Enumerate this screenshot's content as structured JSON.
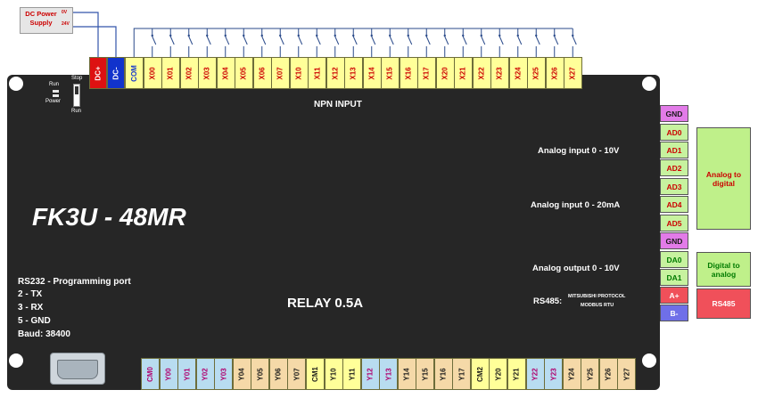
{
  "power_supply": {
    "label": "DC Power Supply",
    "plus": "0V",
    "minus": "24V"
  },
  "dc_terminals": [
    {
      "label": "DC+",
      "color": "#dd1111"
    },
    {
      "label": "DC-",
      "color": "#1133cc"
    }
  ],
  "input_terminals": [
    "COM",
    "X00",
    "X01",
    "X02",
    "X03",
    "X04",
    "X05",
    "X06",
    "X07",
    "X10",
    "X11",
    "X12",
    "X13",
    "X14",
    "X15",
    "X16",
    "X17",
    "X20",
    "X21",
    "X22",
    "X23",
    "X24",
    "X25",
    "X26",
    "X27"
  ],
  "input_section_label": "NPN INPUT",
  "run_switch": {
    "run": "Run",
    "power": "Power",
    "stop": "Stop",
    "run2": "Run"
  },
  "model": "FK3U - 48MR",
  "rs232": {
    "title": "RS232 - Programming port",
    "lines": [
      "2 - TX",
      "3 - RX",
      "5 - GND",
      "Baud: 38400"
    ]
  },
  "relay_label": "RELAY 0.5A",
  "output_terminals": [
    {
      "label": "CM0",
      "color": "#b8dcf0",
      "text_color": "#b0006e"
    },
    {
      "label": "Y00",
      "color": "#b8dcf0",
      "text_color": "#b0006e"
    },
    {
      "label": "Y01",
      "color": "#b8dcf0",
      "text_color": "#b0006e"
    },
    {
      "label": "Y02",
      "color": "#b8dcf0",
      "text_color": "#b0006e"
    },
    {
      "label": "Y03",
      "color": "#b8dcf0",
      "text_color": "#b0006e"
    },
    {
      "label": "Y04",
      "color": "#f5d9a8",
      "text_color": "#1a1a1a"
    },
    {
      "label": "Y05",
      "color": "#f5d9a8",
      "text_color": "#1a1a1a"
    },
    {
      "label": "Y06",
      "color": "#f5d9a8",
      "text_color": "#1a1a1a"
    },
    {
      "label": "Y07",
      "color": "#f5d9a8",
      "text_color": "#1a1a1a"
    },
    {
      "label": "CM1",
      "color": "#ffff99",
      "text_color": "#1a1a1a"
    },
    {
      "label": "Y10",
      "color": "#ffff99",
      "text_color": "#1a1a1a"
    },
    {
      "label": "Y11",
      "color": "#ffff99",
      "text_color": "#1a1a1a"
    },
    {
      "label": "Y12",
      "color": "#b8dcf0",
      "text_color": "#b0006e"
    },
    {
      "label": "Y13",
      "color": "#b8dcf0",
      "text_color": "#b0006e"
    },
    {
      "label": "Y14",
      "color": "#f5d9a8",
      "text_color": "#1a1a1a"
    },
    {
      "label": "Y15",
      "color": "#f5d9a8",
      "text_color": "#1a1a1a"
    },
    {
      "label": "Y16",
      "color": "#f5d9a8",
      "text_color": "#1a1a1a"
    },
    {
      "label": "Y17",
      "color": "#f5d9a8",
      "text_color": "#1a1a1a"
    },
    {
      "label": "CM2",
      "color": "#ffff99",
      "text_color": "#1a1a1a"
    },
    {
      "label": "Y20",
      "color": "#ffff99",
      "text_color": "#1a1a1a"
    },
    {
      "label": "Y21",
      "color": "#ffff99",
      "text_color": "#1a1a1a"
    },
    {
      "label": "Y22",
      "color": "#b8dcf0",
      "text_color": "#b0006e"
    },
    {
      "label": "Y23",
      "color": "#b8dcf0",
      "text_color": "#b0006e"
    },
    {
      "label": "Y24",
      "color": "#f5d9a8",
      "text_color": "#1a1a1a"
    },
    {
      "label": "Y25",
      "color": "#f5d9a8",
      "text_color": "#1a1a1a"
    },
    {
      "label": "Y26",
      "color": "#f5d9a8",
      "text_color": "#1a1a1a"
    },
    {
      "label": "Y27",
      "color": "#f5d9a8",
      "text_color": "#1a1a1a"
    }
  ],
  "right_terminals": [
    {
      "label": "GND",
      "color": "#e27be8",
      "text_color": "#1a1a1a"
    },
    {
      "label": "AD0",
      "color": "#c7f29f",
      "text_color": "#cc0000"
    },
    {
      "label": "AD1",
      "color": "#c7f29f",
      "text_color": "#cc0000"
    },
    {
      "label": "AD2",
      "color": "#c7f29f",
      "text_color": "#cc0000"
    },
    {
      "label": "AD3",
      "color": "#c7f29f",
      "text_color": "#cc0000"
    },
    {
      "label": "AD4",
      "color": "#c7f29f",
      "text_color": "#cc0000"
    },
    {
      "label": "AD5",
      "color": "#c7f29f",
      "text_color": "#cc0000"
    },
    {
      "label": "GND",
      "color": "#e27be8",
      "text_color": "#1a1a1a"
    },
    {
      "label": "DA0",
      "color": "#c7f29f",
      "text_color": "#007a00"
    },
    {
      "label": "DA1",
      "color": "#c7f29f",
      "text_color": "#007a00"
    },
    {
      "label": "A+",
      "color": "#f0505a",
      "text_color": "#ffffff"
    },
    {
      "label": "B-",
      "color": "#6f6fe8",
      "text_color": "#ffffff"
    }
  ],
  "right_labels": {
    "analog_input_v": "Analog input 0 - 10V",
    "analog_input_ma": "Analog input 0 - 20mA",
    "analog_output": "Analog output 0 - 10V",
    "rs485": "RS485:",
    "protocol_1": "MITSUBISHI PROTOCOL",
    "protocol_2": "MODBUS RTU"
  },
  "side_boxes": {
    "analog_to_digital": {
      "label": "Analog to digital",
      "color": "#bff08a",
      "text_color": "#cc0000"
    },
    "digital_to_analog": {
      "label": "Digital to analog",
      "color": "#bff08a",
      "text_color": "#007a00"
    },
    "rs485_box": {
      "label": "RS485",
      "color": "#f0505a",
      "text_color": "#ffffff"
    }
  },
  "colors": {
    "board": "#262626",
    "input_terminal": "#ffff99",
    "wire": "#2a4a8a"
  }
}
